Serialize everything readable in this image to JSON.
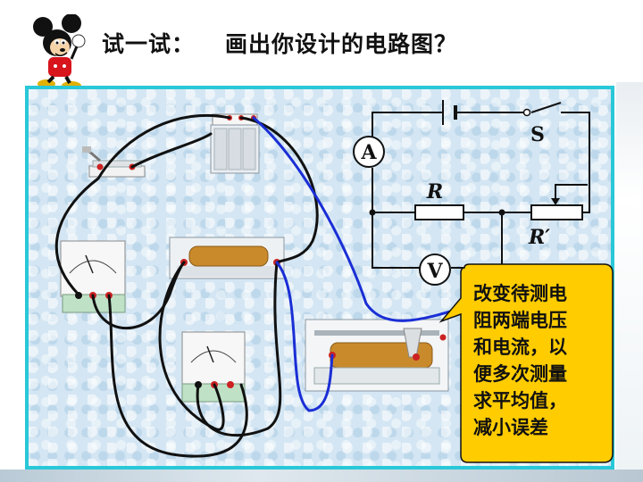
{
  "header": {
    "prefix": "试一试：",
    "title": "画出你设计的电路图？"
  },
  "circuit": {
    "ammeter_label": "A",
    "voltmeter_label": "V",
    "switch_label": "S",
    "resistor_label": "R",
    "rheostat_label": "R′"
  },
  "callout": {
    "text": "改变待测电\n阻两端电压\n和电流，以\n便多次测量\n求平均值，\n减小误差"
  },
  "colors": {
    "panel_border": "#29c8d8",
    "panel_bg": "#d4e6f3",
    "callout_bg": "#ffcc00",
    "wire_black": "#111111",
    "wire_blue": "#1a2ed6"
  }
}
